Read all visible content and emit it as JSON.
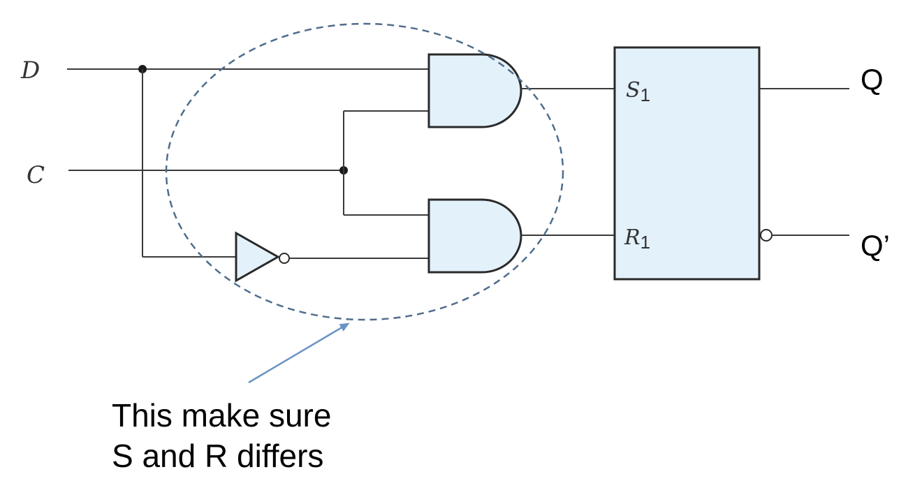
{
  "inputs": {
    "d_label": "D",
    "c_label": "C"
  },
  "latch": {
    "set_label": "S",
    "set_sub": "1",
    "reset_label": "R",
    "reset_sub": "1"
  },
  "outputs": {
    "q_label": "Q",
    "q_bar_label": "Q’"
  },
  "annotation": {
    "line1": "This make sure",
    "line2": "S and R differs"
  },
  "colors": {
    "gate_fill": "#e3f1fb",
    "highlight_ellipse": "#4f6d8c",
    "arrow": "#6a93c4"
  }
}
